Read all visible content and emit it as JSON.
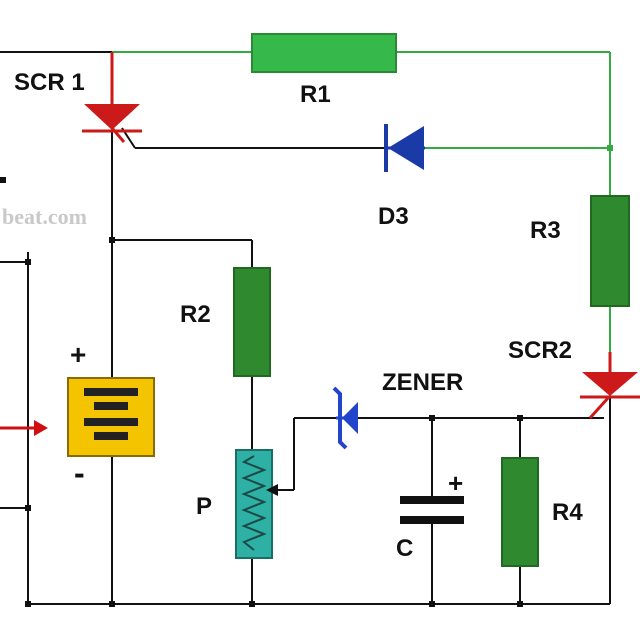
{
  "diagram": {
    "labels": {
      "scr1": "SCR 1",
      "r1": "R1",
      "d3": "D3",
      "r3": "R3",
      "r2": "R2",
      "scr2": "SCR2",
      "zener": "ZENER",
      "p": "P",
      "c": "C",
      "r4": "R4",
      "battery_plus": "+",
      "battery_minus": "-",
      "cap_plus": "+"
    },
    "watermark": "beat.com",
    "colors": {
      "wire_black": "#111111",
      "wire_green": "#33aa44",
      "resistor_green": "#2f8a2f",
      "r1_green": "#36b84a",
      "scr_red": "#cc1a1a",
      "diode_blue": "#1a3aa8",
      "zener_blue": "#2244cc",
      "battery_yellow": "#f5c400",
      "pot_teal": "#2fb0a4",
      "arrow_red": "#d01010"
    }
  }
}
